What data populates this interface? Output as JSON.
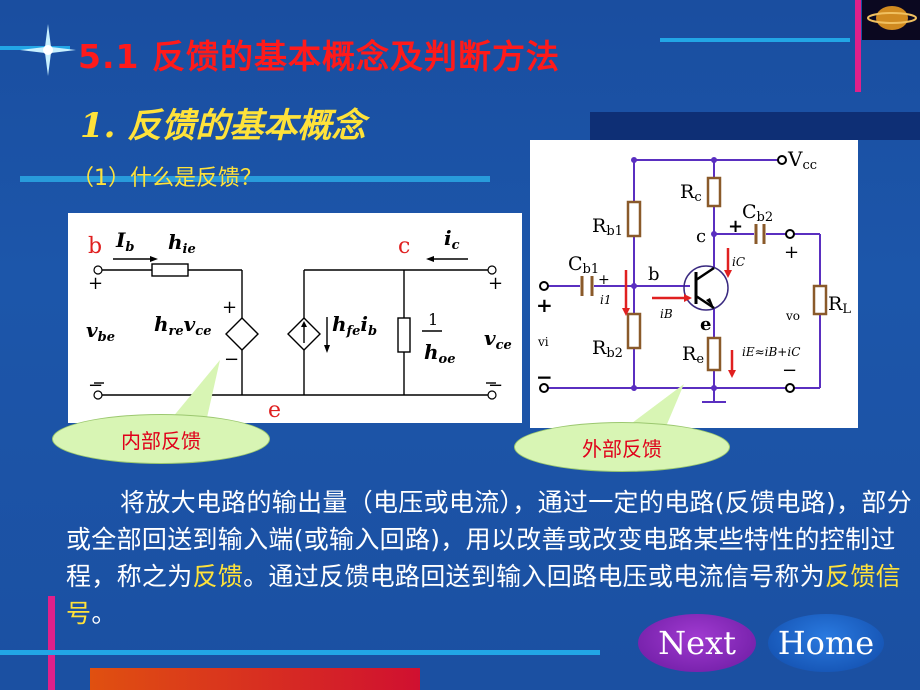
{
  "slide": {
    "title": "5.1 反馈的基本概念及判断方法",
    "heading": "1. 反馈的基本概念",
    "question": "（1）什么是反馈？"
  },
  "circuit_internal": {
    "node_b": "b",
    "node_c": "c",
    "node_e": "e",
    "Ib_main": "I",
    "Ib_sub": "b",
    "hie_main": "h",
    "hie_sub": "ie",
    "ic_main": "i",
    "ic_sub": "c",
    "vbe_main": "v",
    "vbe_sub": "be",
    "vce_main": "v",
    "vce_sub": "ce",
    "hre_main": "h",
    "hre_sub": "re",
    "hre_v_main": "v",
    "hre_v_sub": "ce",
    "hfe_main": "h",
    "hfe_sub": "fe",
    "hfe_i_main": "i",
    "hfe_i_sub": "b",
    "hoe_num": "1",
    "hoe_main": "h",
    "hoe_sub": "oe",
    "plus": "+",
    "minus": "−",
    "label_internal": "内部反馈"
  },
  "circuit_external": {
    "vcc_main": "V",
    "vcc_sub": "cc",
    "rc_main": "R",
    "rc_sub": "c",
    "rb1_main": "R",
    "rb1_sub": "b1",
    "rb2_main": "R",
    "rb2_sub": "b2",
    "cb1_main": "C",
    "cb1_sub": "b1",
    "cb2_main": "C",
    "cb2_sub": "b2",
    "re_main": "R",
    "re_sub": "e",
    "rl_main": "R",
    "rl_sub": "L",
    "node_b": "b",
    "node_c": "c",
    "node_e": "e",
    "i1": "i1",
    "ib": "iB",
    "ic": "iC",
    "vi": "vi",
    "vo": "vo",
    "ie_eq": "iE≈iB+iC",
    "plus": "+",
    "minus": "−",
    "label_external": "外部反馈"
  },
  "body": {
    "part1": "将放大电路的输出量（电压或电流），通过一定的电路(反馈电路)，部分或全部回送到输入端(或输入回路)，用以改善或改变电路某些特性的控制过程，称之为",
    "hl1": "反馈",
    "part2": "。通过反馈电路回送到输入回路电压或电流信号称为",
    "hl2": "反馈信号",
    "part3": "。"
  },
  "nav": {
    "next_label": "Next",
    "home_label": "Home"
  },
  "colors": {
    "background": "#1a4fa0",
    "title": "#ff1a1a",
    "heading": "#ffe23a",
    "accent_magenta": "#e0208a",
    "accent_cyan": "#1fa8e0",
    "circuit_wire": "#5a2fc0"
  }
}
